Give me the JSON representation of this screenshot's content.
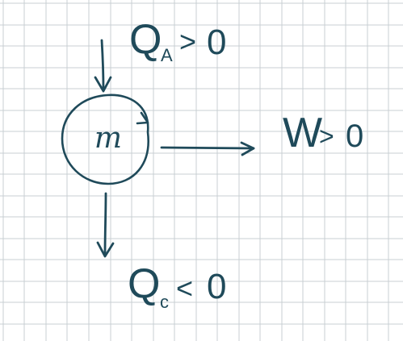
{
  "colors": {
    "background": "#ffffff",
    "grid": "#c9cfd3",
    "ink": "#1f4a5a"
  },
  "diagram": {
    "engine_label": "m",
    "heat_in": {
      "symbol": "Q",
      "subscript": "A",
      "relation": ">",
      "value": "0"
    },
    "work_out": {
      "symbol": "W",
      "relation": ">",
      "value": "0"
    },
    "heat_out": {
      "symbol": "Q",
      "subscript": "c",
      "relation": "<",
      "value": "0"
    }
  }
}
